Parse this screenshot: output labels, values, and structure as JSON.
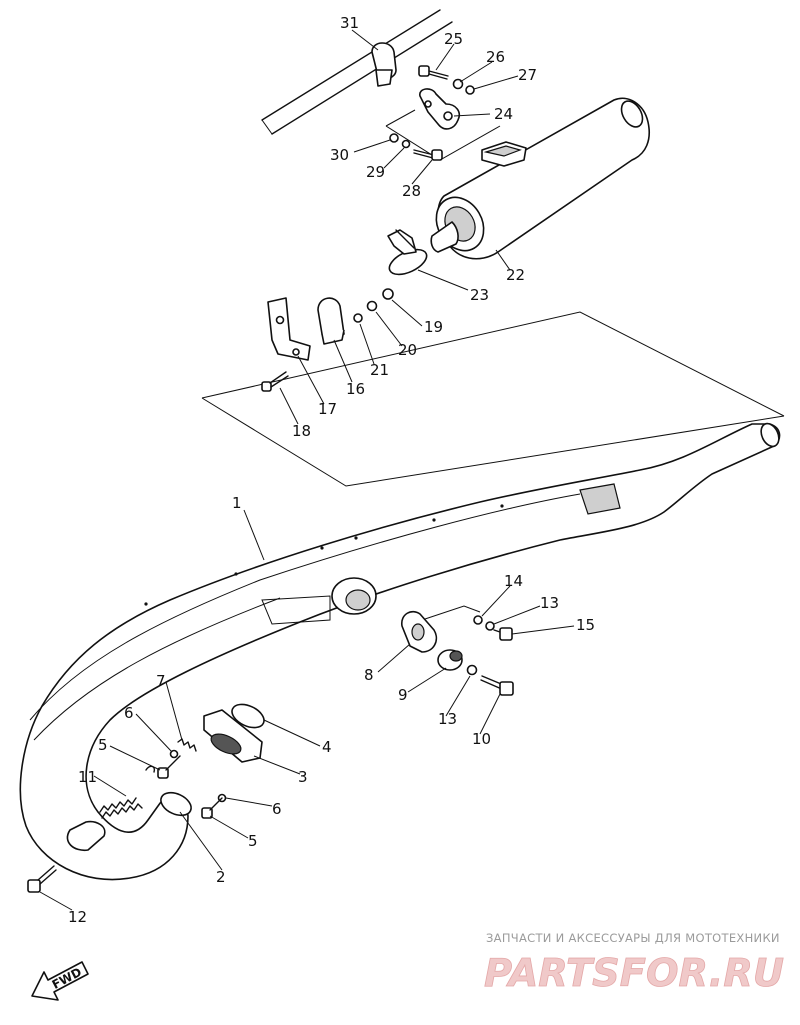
{
  "diagram": {
    "callouts": [
      {
        "id": "1",
        "label": "1"
      },
      {
        "id": "2",
        "label": "2"
      },
      {
        "id": "3",
        "label": "3"
      },
      {
        "id": "4",
        "label": "4"
      },
      {
        "id": "5a",
        "label": "5"
      },
      {
        "id": "5b",
        "label": "5"
      },
      {
        "id": "6a",
        "label": "6"
      },
      {
        "id": "6b",
        "label": "6"
      },
      {
        "id": "7",
        "label": "7"
      },
      {
        "id": "8",
        "label": "8"
      },
      {
        "id": "9",
        "label": "9"
      },
      {
        "id": "10",
        "label": "10"
      },
      {
        "id": "11",
        "label": "11"
      },
      {
        "id": "12",
        "label": "12"
      },
      {
        "id": "13a",
        "label": "13"
      },
      {
        "id": "13b",
        "label": "13"
      },
      {
        "id": "14",
        "label": "14"
      },
      {
        "id": "15",
        "label": "15"
      },
      {
        "id": "16",
        "label": "16"
      },
      {
        "id": "17",
        "label": "17"
      },
      {
        "id": "18",
        "label": "18"
      },
      {
        "id": "19",
        "label": "19"
      },
      {
        "id": "20",
        "label": "20"
      },
      {
        "id": "21",
        "label": "21"
      },
      {
        "id": "22",
        "label": "22"
      },
      {
        "id": "23",
        "label": "23"
      },
      {
        "id": "24",
        "label": "24"
      },
      {
        "id": "25",
        "label": "25"
      },
      {
        "id": "26",
        "label": "26"
      },
      {
        "id": "27",
        "label": "27"
      },
      {
        "id": "28",
        "label": "28"
      },
      {
        "id": "29",
        "label": "29"
      },
      {
        "id": "30",
        "label": "30"
      },
      {
        "id": "31",
        "label": "31"
      }
    ],
    "fwd_label": "FWD"
  },
  "watermark": {
    "tagline": "ЗАПЧАСТИ И АКСЕССУАРЫ ДЛЯ МОТОТЕХНИКИ",
    "brand": "PARTSFOR.RU",
    "color": "#e8b4b4"
  }
}
